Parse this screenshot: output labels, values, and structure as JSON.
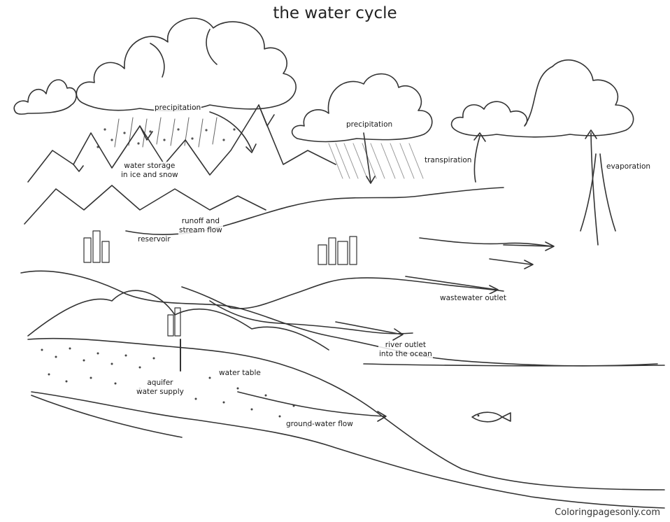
{
  "title": "the water cycle",
  "labels": {
    "precipitation_left": "precipitation",
    "precipitation_center": "precipitation",
    "transpiration": "transpiration",
    "evaporation": "evaporation",
    "water_storage_line1": "water storage",
    "water_storage_line2": "in ice and snow",
    "runoff_line1": "runoff and",
    "runoff_line2": "stream flow",
    "reservoir": "reservoir",
    "wastewater_outlet": "wastewater outlet",
    "river_outlet_line1": "river outlet",
    "river_outlet_line2": "into the ocean",
    "water_table": "water table",
    "aquifer_line1": "aquifer",
    "aquifer_line2": "water supply",
    "groundwater_flow": "ground-water flow"
  },
  "watermark": "Coloringpagesonly.com"
}
